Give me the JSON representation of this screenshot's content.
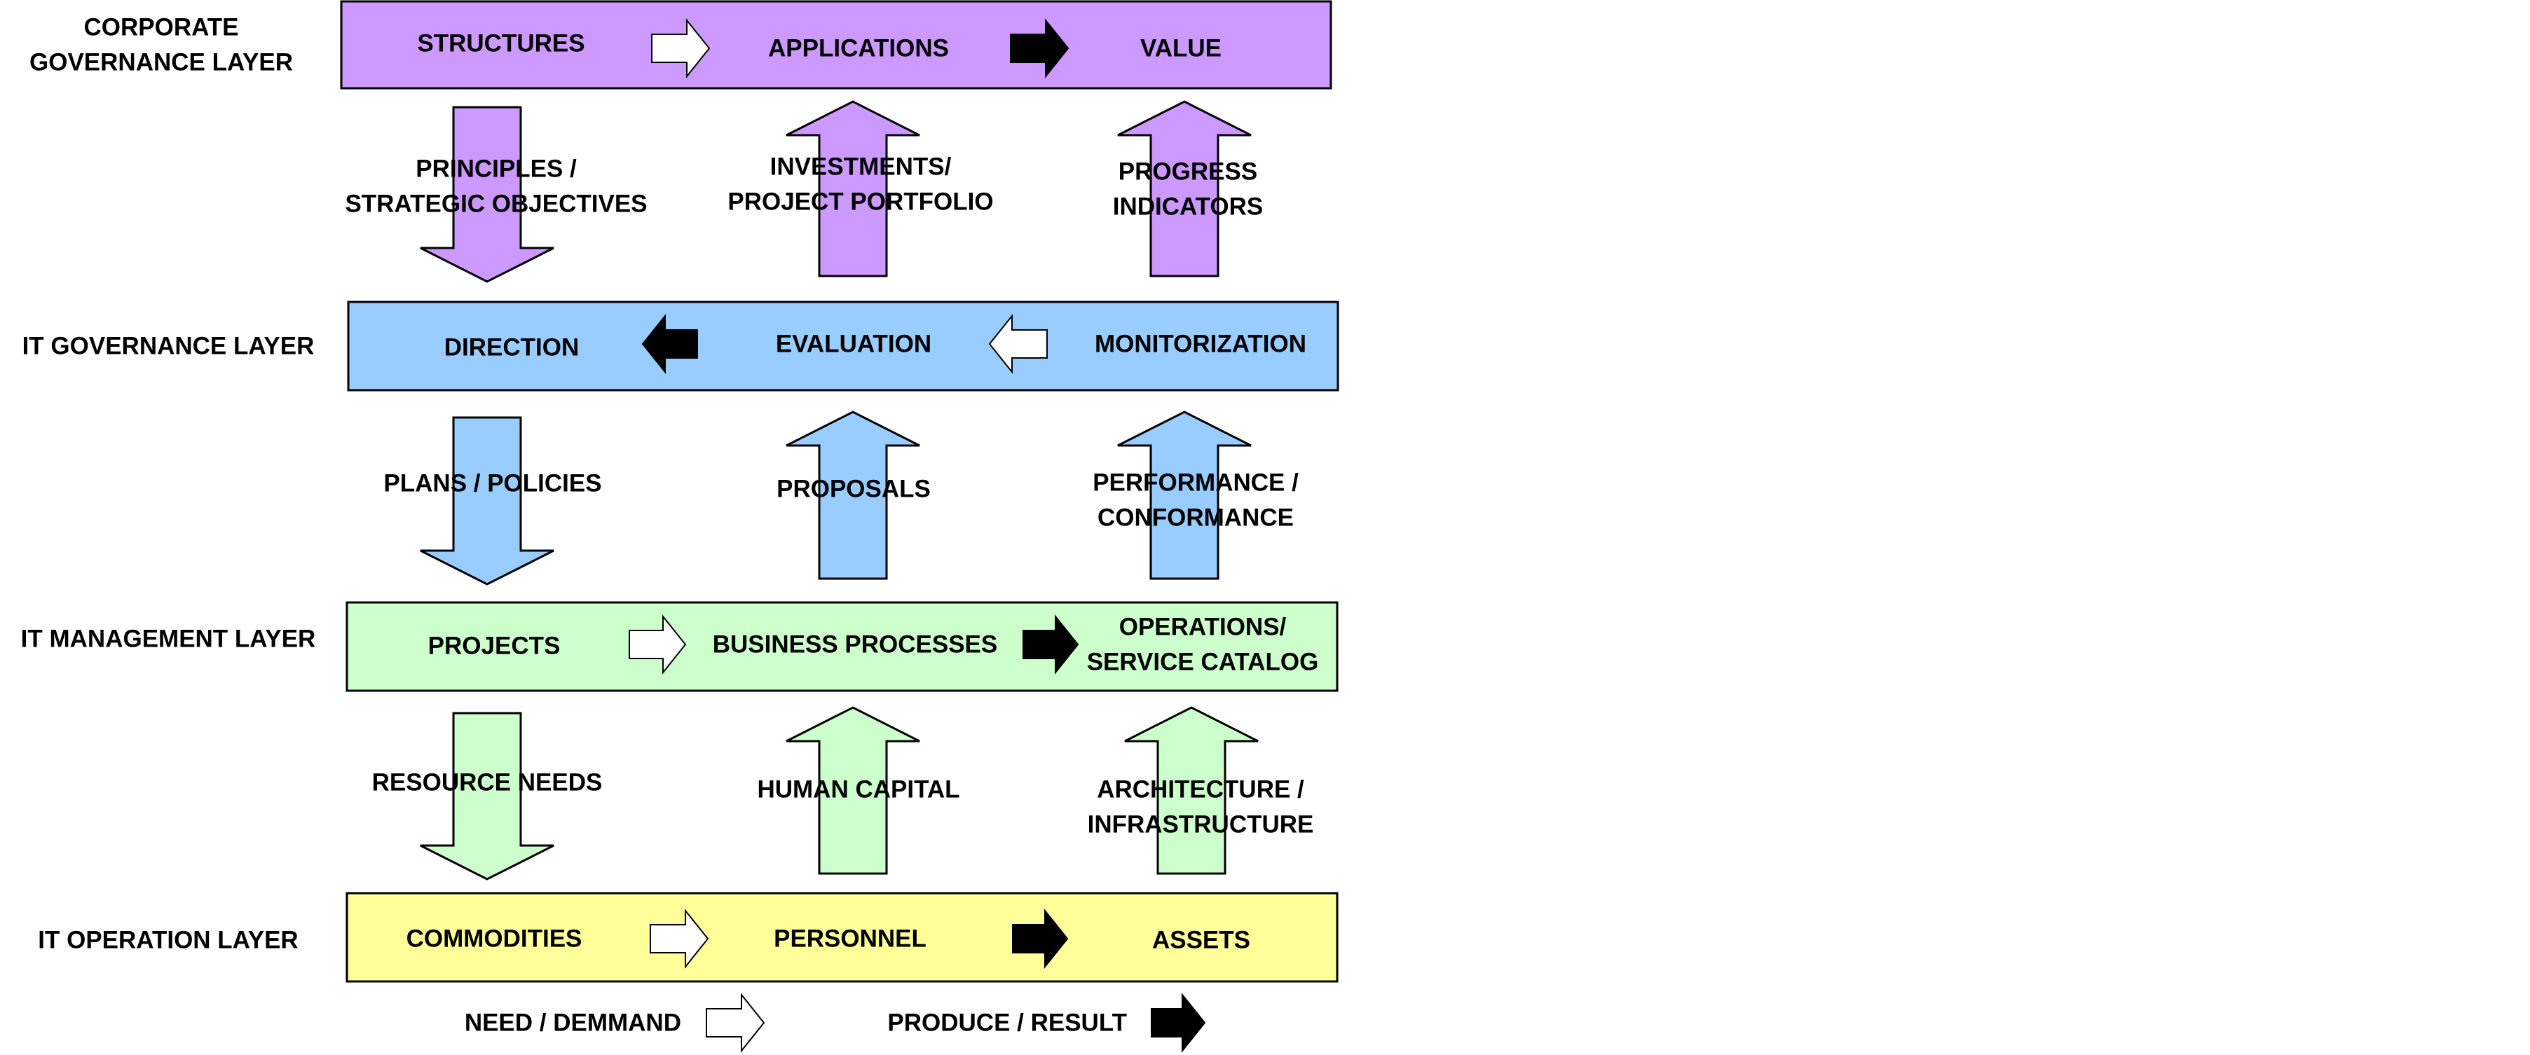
{
  "colors": {
    "corporate": "#cc99ff",
    "it_governance": "#99ccff",
    "it_management": "#ccffcc",
    "it_operation": "#ffff99",
    "outline": "#000000",
    "white_arrow": "#ffffff",
    "black_arrow": "#000000"
  },
  "layers": [
    {
      "label": [
        "CORPORATE",
        "GOVERNANCE LAYER"
      ],
      "items": [
        "STRUCTURES",
        "APPLICATIONS",
        "VALUE"
      ],
      "connectors": [
        "need-demand-arrow",
        "produce-result-arrow"
      ]
    },
    {
      "label": [
        "IT GOVERNANCE LAYER"
      ],
      "items": [
        "DIRECTION",
        "EVALUATION",
        "MONITORIZATION"
      ],
      "connectors": [
        "produce-result-arrow-left",
        "need-demand-arrow-left"
      ]
    },
    {
      "label": [
        "IT MANAGEMENT LAYER"
      ],
      "items": [
        "PROJECTS",
        "BUSINESS PROCESSES",
        [
          "OPERATIONS/",
          "SERVICE CATALOG"
        ]
      ],
      "connectors": [
        "need-demand-arrow",
        "produce-result-arrow"
      ]
    },
    {
      "label": [
        "IT OPERATION LAYER"
      ],
      "items": [
        "COMMODITIES",
        "PERSONNEL",
        "ASSETS"
      ],
      "connectors": [
        "need-demand-arrow",
        "produce-result-arrow"
      ]
    }
  ],
  "flows": [
    {
      "between": "corporate-to-it-governance",
      "down": [
        "PRINCIPLES /",
        "STRATEGIC OBJECTIVES"
      ],
      "up_center": [
        "INVESTMENTS/",
        "PROJECT PORTFOLIO"
      ],
      "up_right": [
        "PROGRESS",
        "INDICATORS"
      ]
    },
    {
      "between": "it-governance-to-it-management",
      "down": [
        "PLANS / POLICIES"
      ],
      "up_center": [
        "PROPOSALS"
      ],
      "up_right": [
        "PERFORMANCE /",
        "CONFORMANCE"
      ]
    },
    {
      "between": "it-management-to-it-operation",
      "down": [
        "RESOURCE NEEDS"
      ],
      "up_center": [
        "HUMAN CAPITAL"
      ],
      "up_right": [
        "ARCHITECTURE /",
        "INFRASTRUCTURE"
      ]
    }
  ],
  "legend": {
    "need": "NEED / DEMMAND",
    "produce": "PRODUCE / RESULT"
  }
}
